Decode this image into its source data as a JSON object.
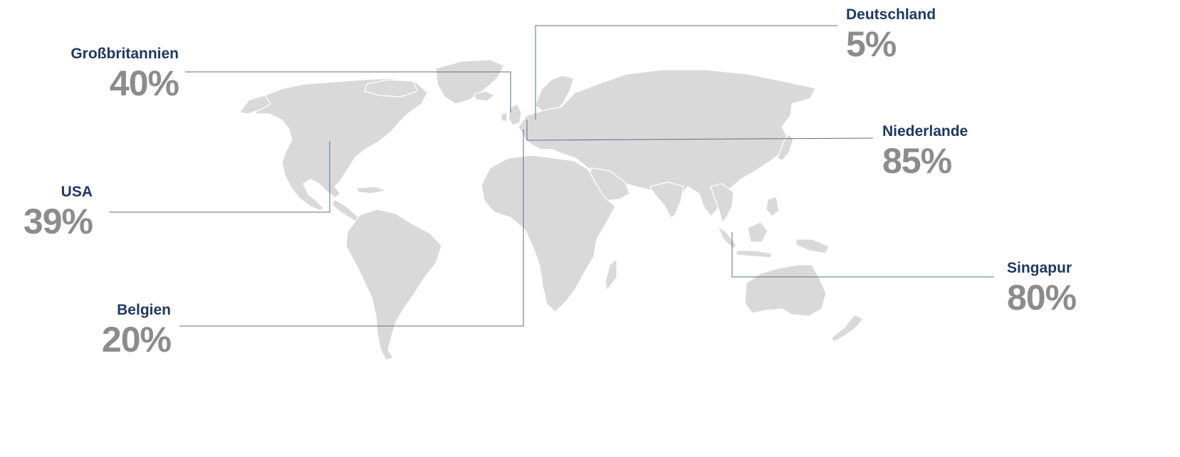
{
  "map": {
    "land_color": "#d9d9d9",
    "border_color": "#ffffff",
    "leader_color": "#5a6f8c"
  },
  "callouts": [
    {
      "id": "deutschland",
      "name": "Deutschland",
      "value": "5%"
    },
    {
      "id": "grossbritannien",
      "name": "Großbritannien",
      "value": "40%"
    },
    {
      "id": "niederlande",
      "name": "Niederlande",
      "value": "85%"
    },
    {
      "id": "usa",
      "name": "USA",
      "value": "39%"
    },
    {
      "id": "singapur",
      "name": "Singapur",
      "value": "80%"
    },
    {
      "id": "belgien",
      "name": "Belgien",
      "value": "20%"
    }
  ]
}
